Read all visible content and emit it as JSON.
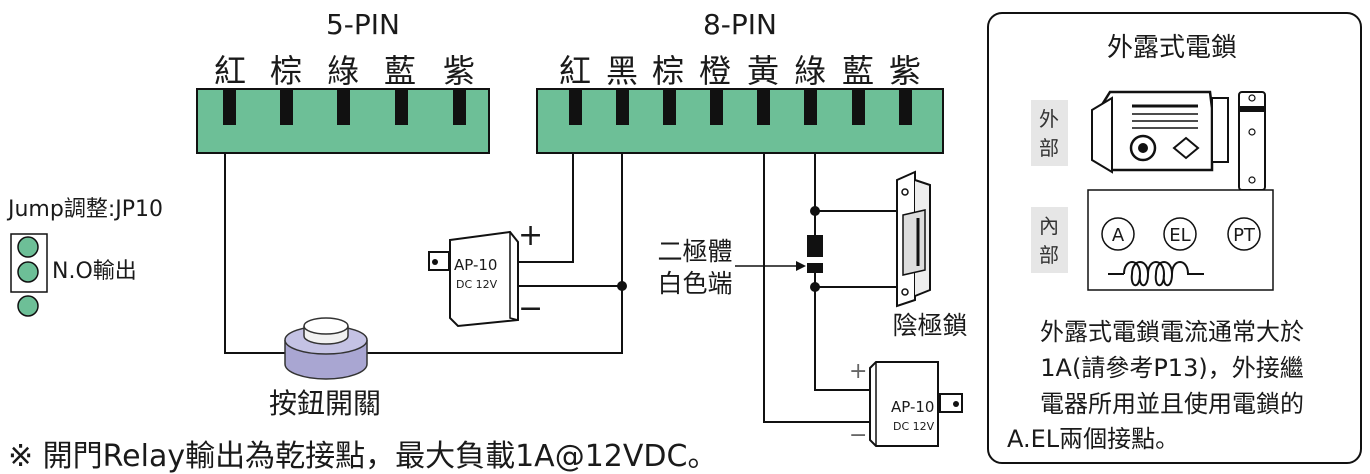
{
  "connector5": {
    "title": "5-PIN",
    "pins": [
      "紅",
      "棕",
      "綠",
      "藍",
      "紫"
    ]
  },
  "connector8": {
    "title": "8-PIN",
    "pins": [
      "紅",
      "黑",
      "棕",
      "橙",
      "黃",
      "綠",
      "藍",
      "紫"
    ]
  },
  "jumper": {
    "title": "Jump調整:JP10",
    "label": "N.O輸出"
  },
  "power_supply": {
    "model": "AP-10",
    "rating": "DC 12V",
    "plus": "+",
    "minus": "−"
  },
  "diode": {
    "line1": "二極體",
    "line2": "白色端"
  },
  "strike_lock": {
    "label": "陰極鎖"
  },
  "push_button": {
    "label": "按鈕開關"
  },
  "footnote": "※ 開門Relay輸出為乾接點，最大負載1A@12VDC。",
  "panel": {
    "title": "外露式電鎖",
    "outside_label": [
      "外",
      "部"
    ],
    "inside_label": [
      "內",
      "部"
    ],
    "terminals": [
      "A",
      "EL",
      "PT"
    ],
    "note_lines": [
      "外露式電鎖電流通常大於",
      "1A(請參考P13)，外接繼",
      "電器所用並且使用電鎖的",
      "A.EL兩個接點。"
    ]
  }
}
